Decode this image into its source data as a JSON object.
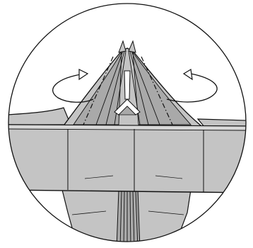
{
  "diagram": {
    "kind": "origami-fold-step",
    "view": "circular-detail-callout",
    "instruction_icons": [
      "rotate-arrow-left-icon",
      "rotate-arrow-right-icon"
    ],
    "fold_lines": [
      "mountain-fold-line-left",
      "mountain-fold-line-right"
    ],
    "colors": {
      "paper": "#c4c4c4",
      "paper_shadow": "#a9a9a9",
      "paper_highlight": "#d8d8d8",
      "outline": "#111111",
      "background": "#ffffff"
    }
  }
}
